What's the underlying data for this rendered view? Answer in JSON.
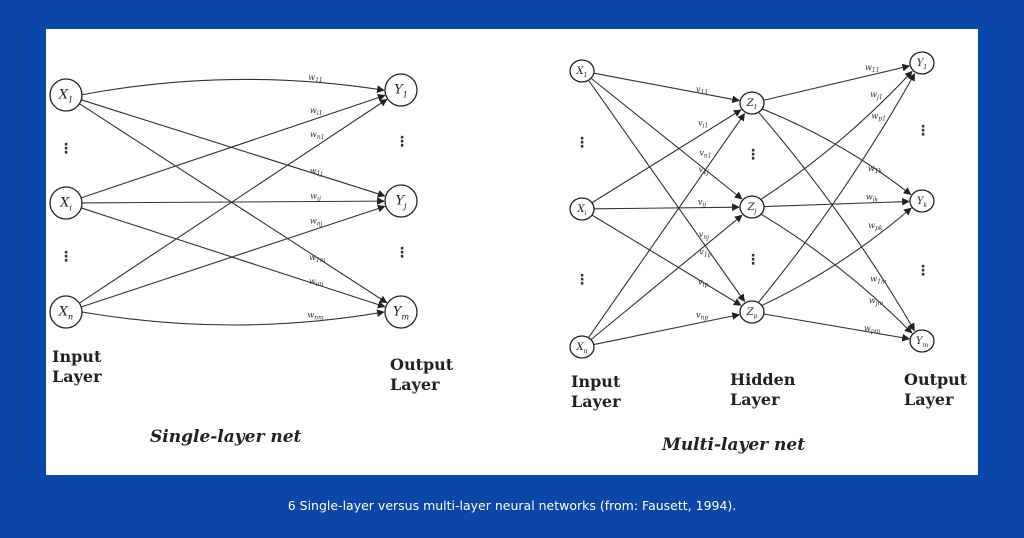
{
  "single": {
    "title": "Single-layer net",
    "input_layer": "Input\nLayer",
    "output_layer": "Output\nLayer",
    "inputs": [
      "X1",
      "Xi",
      "Xn"
    ],
    "outputs": [
      "Y1",
      "Yj",
      "Ym"
    ],
    "weights": [
      "w11",
      "wi1",
      "wn1",
      "w1j",
      "wij",
      "wnj",
      "w1m",
      "wim",
      "wnm"
    ]
  },
  "multi": {
    "title": "Multi-layer net",
    "input_layer": "Input\nLayer",
    "hidden_layer": "Hidden\nLayer",
    "output_layer": "Output\nLayer",
    "inputs": [
      "X1",
      "Xi",
      "Xn"
    ],
    "hidden": [
      "Z1",
      "Zj",
      "Zp"
    ],
    "outputs": [
      "Y1",
      "Yk",
      "Ym"
    ],
    "input_weights": [
      "v11",
      "vi1",
      "vn1",
      "v1j",
      "vij",
      "vnj",
      "v1p",
      "vip",
      "vnp"
    ],
    "output_weights": [
      "w11",
      "wj1",
      "wp1",
      "w1k",
      "wjk",
      "wpk",
      "w1m",
      "wjm",
      "wpm"
    ]
  },
  "caption": "6 Single-layer versus multi-layer neural networks (from: Fausett, 1994)."
}
